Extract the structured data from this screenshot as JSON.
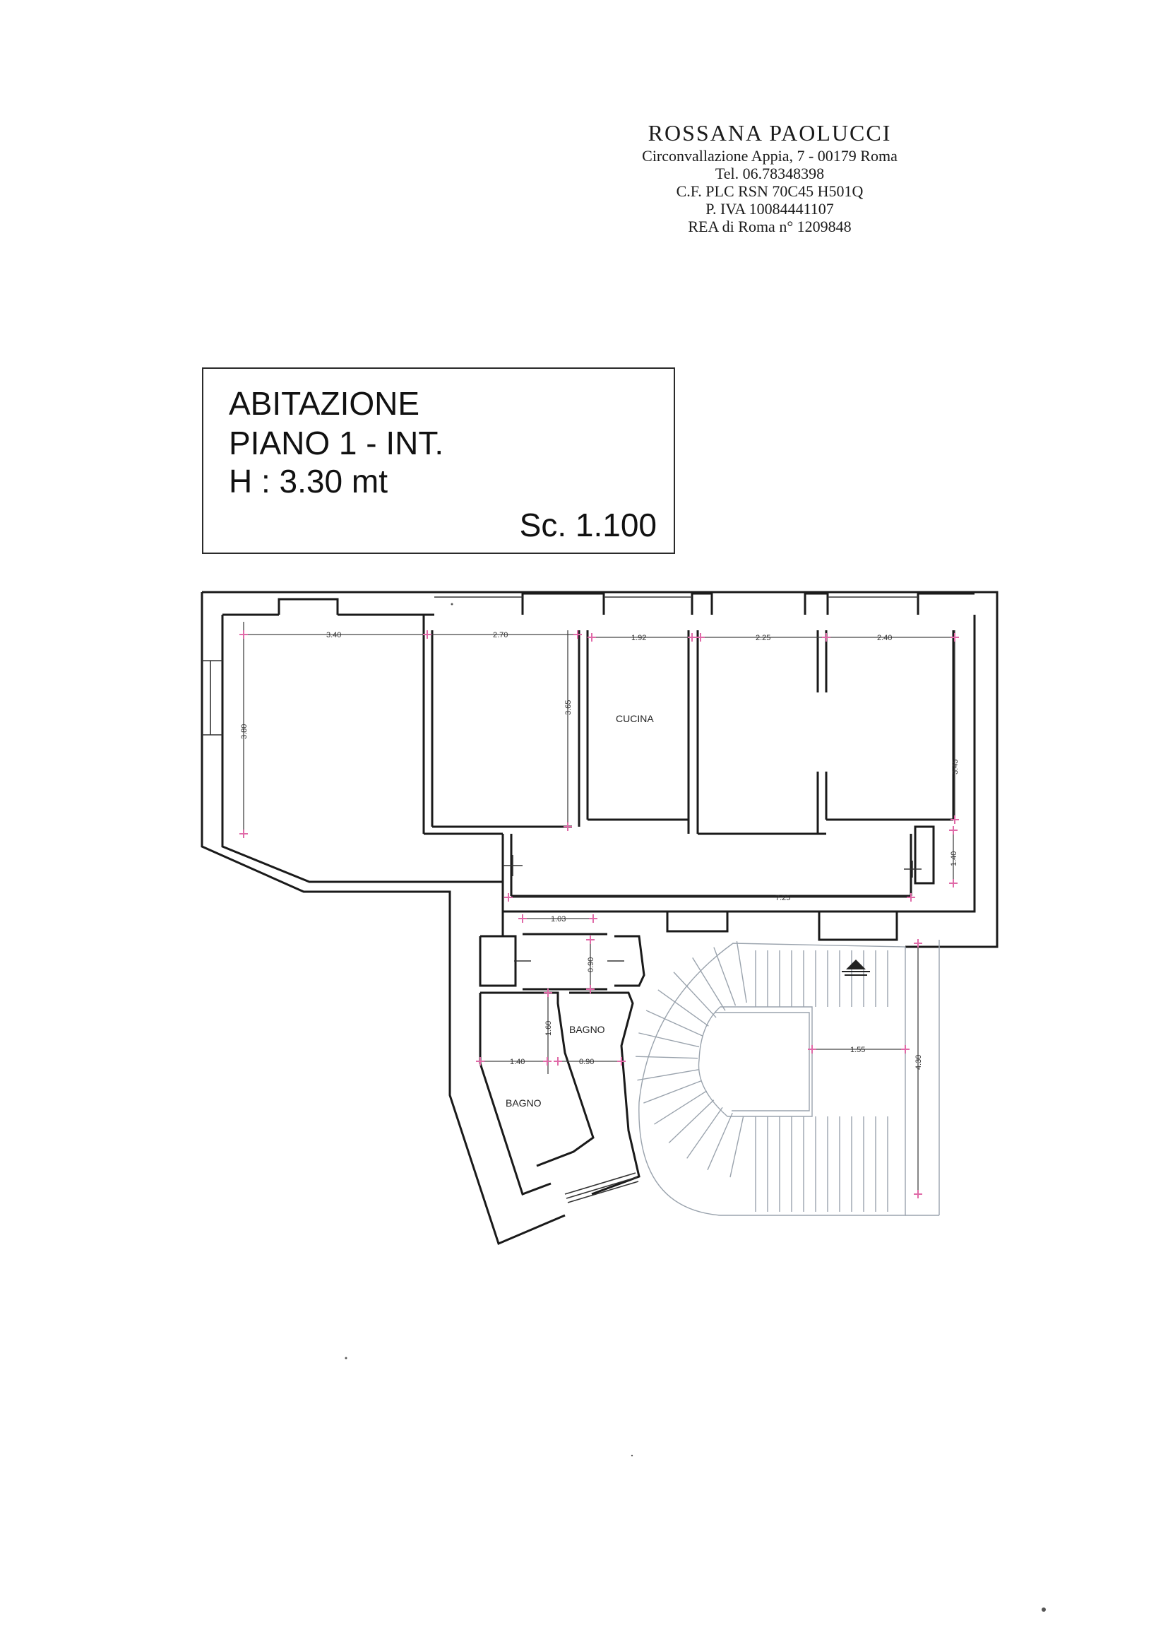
{
  "stamp": {
    "name": "ROSSANA PAOLUCCI",
    "address": "Circonvallazione Appia, 7 - 00179 Roma",
    "phone": "Tel. 06.78348398",
    "cf": "C.F. PLC RSN 70C45 H501Q",
    "piva": "P. IVA 10084441107",
    "rea": "REA di Roma n° 1209848"
  },
  "title_box": {
    "line1": "ABITAZIONE",
    "line2": "PIANO 1 - INT.",
    "line3": "H : 3.30 mt",
    "scale": "Sc. 1.100"
  },
  "rooms": {
    "kitchen": "CUCINA",
    "bath_left": "BAGNO",
    "bath_right": "BAGNO"
  },
  "dimensions": {
    "d1": "3.40",
    "d2": "2.70",
    "d3": "1.92",
    "d4": "2.25",
    "d5": "2.40",
    "d6": "3.80",
    "d7": "3.65",
    "d8": "3.45",
    "d9": "1.40",
    "d10": "7.25",
    "d11": "1.03",
    "d12": "0.90",
    "d13": "1.60",
    "d14": "1.40",
    "d15": "0.90",
    "d16": "1.55",
    "d17": "4.30"
  },
  "colors": {
    "wall": "#1a1a1a",
    "dimension_tick": "#e06aa8",
    "stair": "#9aa3ad"
  }
}
